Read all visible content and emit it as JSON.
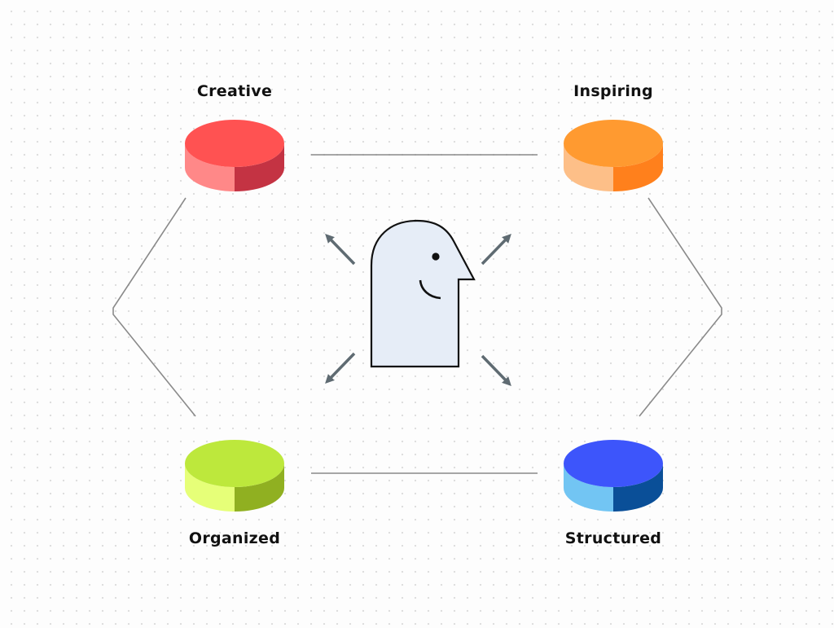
{
  "diagram": {
    "nodes": {
      "creative": {
        "label": "Creative",
        "colors": {
          "top": "#ff5252",
          "side_light": "#ff8888",
          "side_dark": "#c43343"
        }
      },
      "inspiring": {
        "label": "Inspiring",
        "colors": {
          "top": "#ff9a30",
          "side_light": "#fdbf88",
          "side_dark": "#ff801c"
        }
      },
      "organized": {
        "label": "Organized",
        "colors": {
          "top": "#bde83c",
          "side_light": "#e6ff78",
          "side_dark": "#90b021"
        }
      },
      "structured": {
        "label": "Structured",
        "colors": {
          "top": "#3d55fb",
          "side_light": "#72c5f3",
          "side_dark": "#0a4f98"
        }
      }
    },
    "center_icon": "smiling-person-head-icon",
    "colors": {
      "head_fill": "#e6edf7",
      "head_stroke": "#111111",
      "arrow": "#5f6b72",
      "connector": "#8a8a8a"
    }
  }
}
